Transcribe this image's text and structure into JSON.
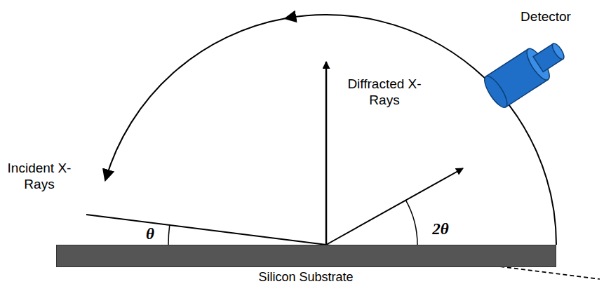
{
  "diagram": {
    "nodes": [
      {
        "text": [
          "Silicon Substrate"
        ]
      }
    ],
    "labels": [
      "Detector",
      "Incident X-Rays",
      "Diffracted X-Rays",
      "θ",
      "2θ"
    ]
  }
}
